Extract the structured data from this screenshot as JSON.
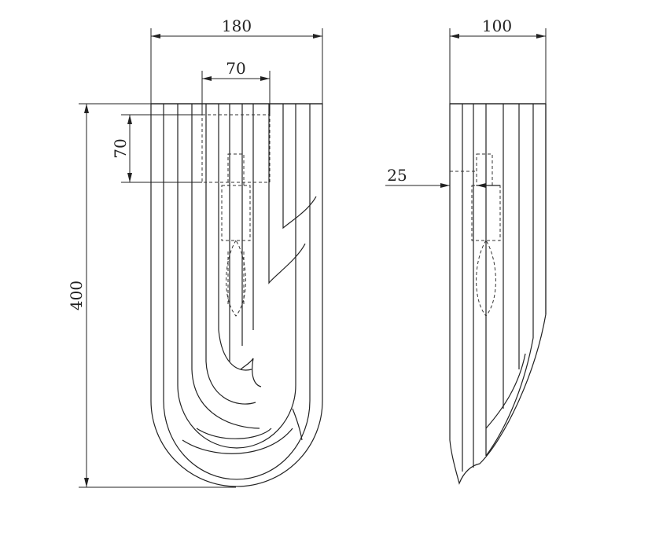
{
  "dimensions": {
    "front_width": "180",
    "front_inner_width": "70",
    "front_top_height": "70",
    "front_height": "400",
    "side_depth": "100",
    "side_offset": "25"
  }
}
